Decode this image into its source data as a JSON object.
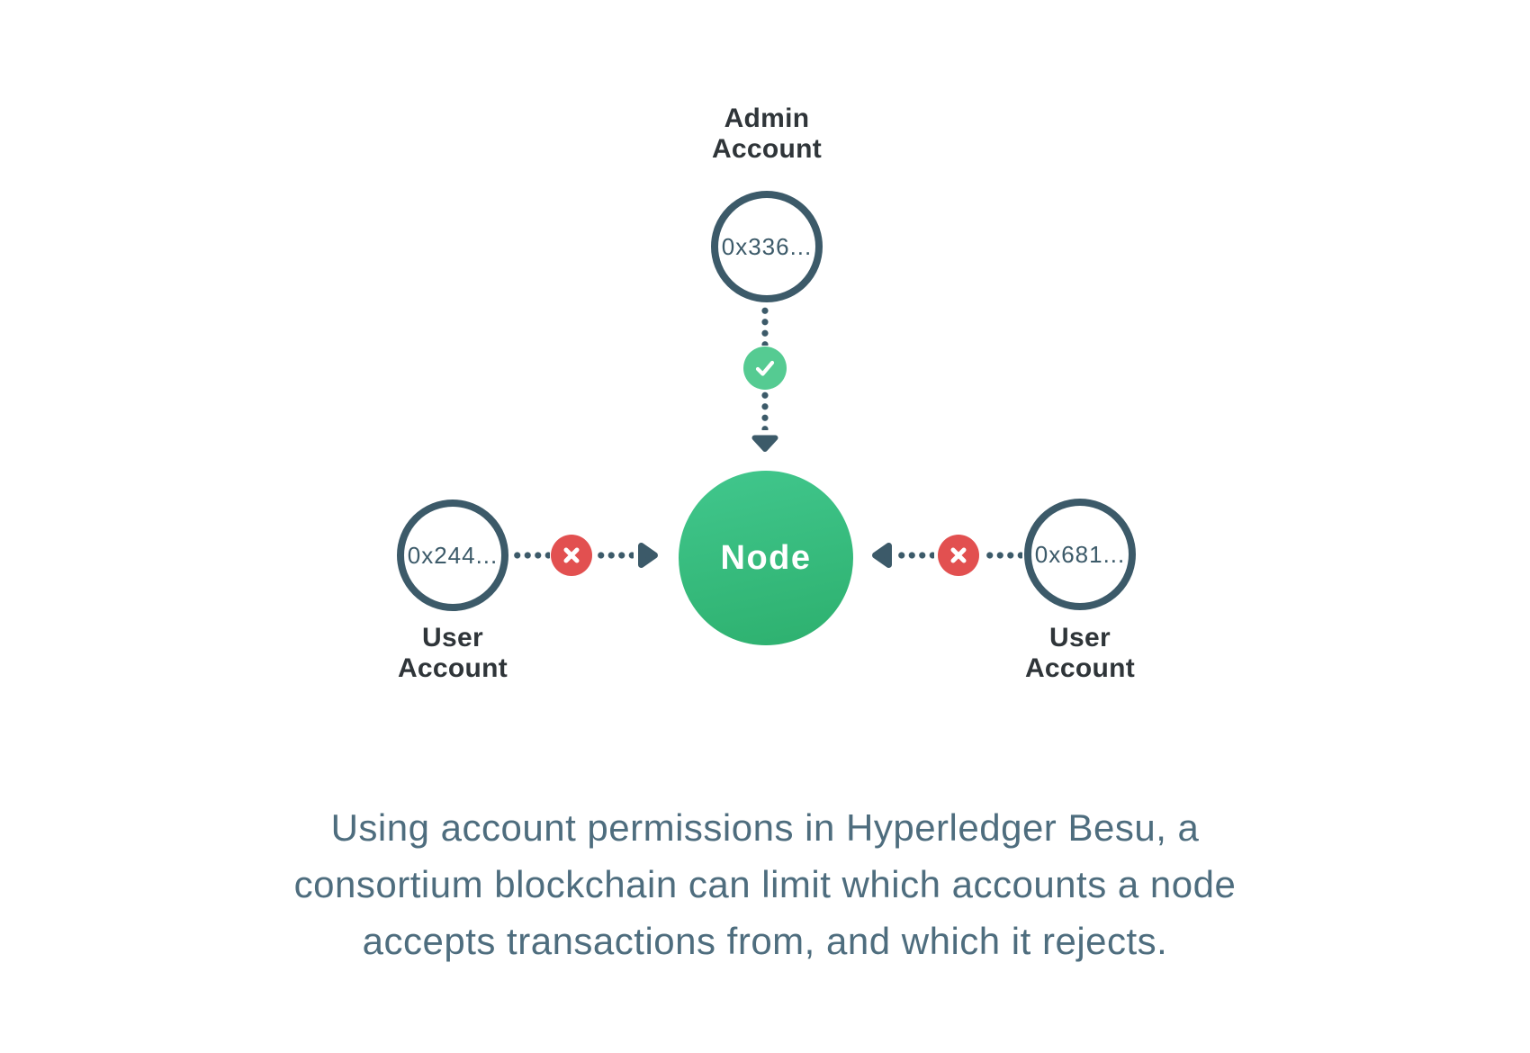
{
  "diagram": {
    "admin": {
      "label_lines": [
        "Admin",
        "Account"
      ],
      "address": "0x336...",
      "status_icon": "check-icon"
    },
    "node": {
      "label": "Node"
    },
    "user_left": {
      "label_lines": [
        "User",
        "Account"
      ],
      "address": "0x244...",
      "status_icon": "x-icon"
    },
    "user_right": {
      "label_lines": [
        "User",
        "Account"
      ],
      "address": "0x681...",
      "status_icon": "x-icon"
    }
  },
  "caption": {
    "lines": [
      "Using account permissions in Hyperledger Besu, a",
      "consortium blockchain can limit which accounts a node",
      "accepts transactions from, and which it rejects."
    ]
  },
  "colors": {
    "slate": "#3C5A69",
    "dark": "#2F3539",
    "green_node_top": "#41C78D",
    "green_node_bottom": "#2DB06E",
    "green_check": "#55CB92",
    "red": "#E25050",
    "caption": "#4E6D7E",
    "background": "#FFFFFF"
  }
}
